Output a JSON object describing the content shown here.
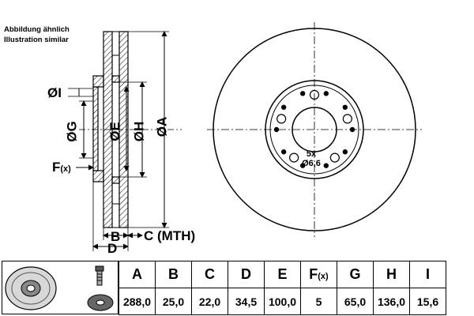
{
  "caption": {
    "line1": "Abbildung ähnlich",
    "line2": "Illustration similar"
  },
  "dimension_labels": {
    "I": "ØI",
    "G": "ØG",
    "E": "ØE",
    "H": "ØH",
    "A": "ØA",
    "F": "F",
    "F_sub": "(x)",
    "B": "B",
    "C": "C (MTH)",
    "D": "D"
  },
  "holes": {
    "count": "5x",
    "diameter": "Ø6,6"
  },
  "table": {
    "headers": [
      "A",
      "B",
      "C",
      "D",
      "E",
      "F",
      "G",
      "H",
      "I"
    ],
    "header_F_sub": "(x)",
    "values": [
      "288,0",
      "25,0",
      "22,0",
      "34,5",
      "100,0",
      "5",
      "65,0",
      "136,0",
      "15,6"
    ]
  },
  "icons": [
    "brake-disc-thumbnail-icon",
    "wheel-bolt-icon"
  ]
}
